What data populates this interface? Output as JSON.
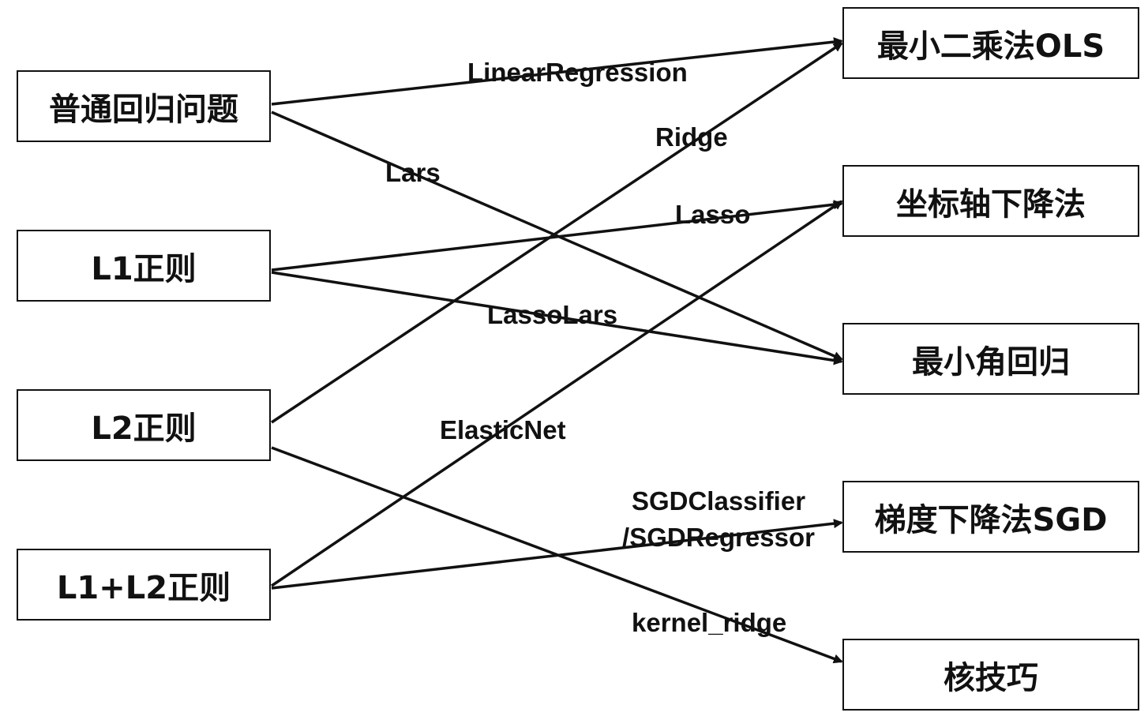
{
  "sources": [
    {
      "id": "s1",
      "label": "普通回归问题"
    },
    {
      "id": "s2",
      "label": "L1正则"
    },
    {
      "id": "s3",
      "label": "L2正则"
    },
    {
      "id": "s4",
      "label": "L1+L2正则"
    }
  ],
  "targets": [
    {
      "id": "t1",
      "label": "最小二乘法OLS"
    },
    {
      "id": "t2",
      "label": "坐标轴下降法"
    },
    {
      "id": "t3",
      "label": "最小角回归"
    },
    {
      "id": "t4",
      "label": "梯度下降法SGD"
    },
    {
      "id": "t5",
      "label": "核技巧"
    }
  ],
  "edges": [
    {
      "from": "s1",
      "to": "t1",
      "label": "LinearRegression"
    },
    {
      "from": "s1",
      "to": "t3",
      "label": "Lars"
    },
    {
      "from": "s2",
      "to": "t2",
      "label": "Lasso"
    },
    {
      "from": "s2",
      "to": "t3",
      "label": "LassoLars"
    },
    {
      "from": "s3",
      "to": "t1",
      "label": "Ridge"
    },
    {
      "from": "s3",
      "to": "t5",
      "label": "kernel_ridge"
    },
    {
      "from": "s4",
      "to": "t2",
      "label": "ElasticNet"
    },
    {
      "from": "s4",
      "to": "t4",
      "label": "SGDClassifier\n/SGDRegressor"
    }
  ]
}
